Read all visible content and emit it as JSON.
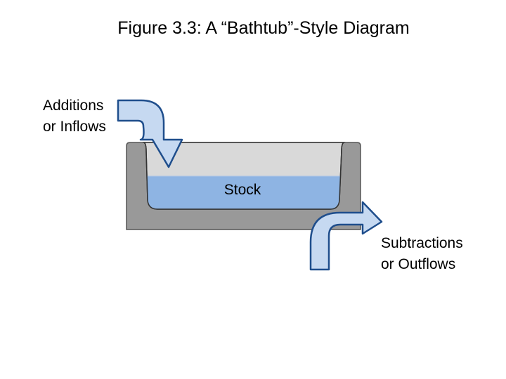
{
  "title": "Figure 3.3: A “Bathtub”-Style Diagram",
  "inflow": {
    "line1": "Additions",
    "line2": "or Inflows"
  },
  "stock": {
    "label": "Stock"
  },
  "outflow": {
    "line1": "Subtractions",
    "line2": "or Outflows"
  },
  "colors": {
    "tub_body": "#999999",
    "tub_outline": "#555555",
    "tub_interior": "#d9d9d9",
    "water": "#8eb4e3",
    "water_edge": "#5a7fb0",
    "arrow_fill": "#c6d9f1",
    "arrow_outline": "#1f4e8c"
  }
}
